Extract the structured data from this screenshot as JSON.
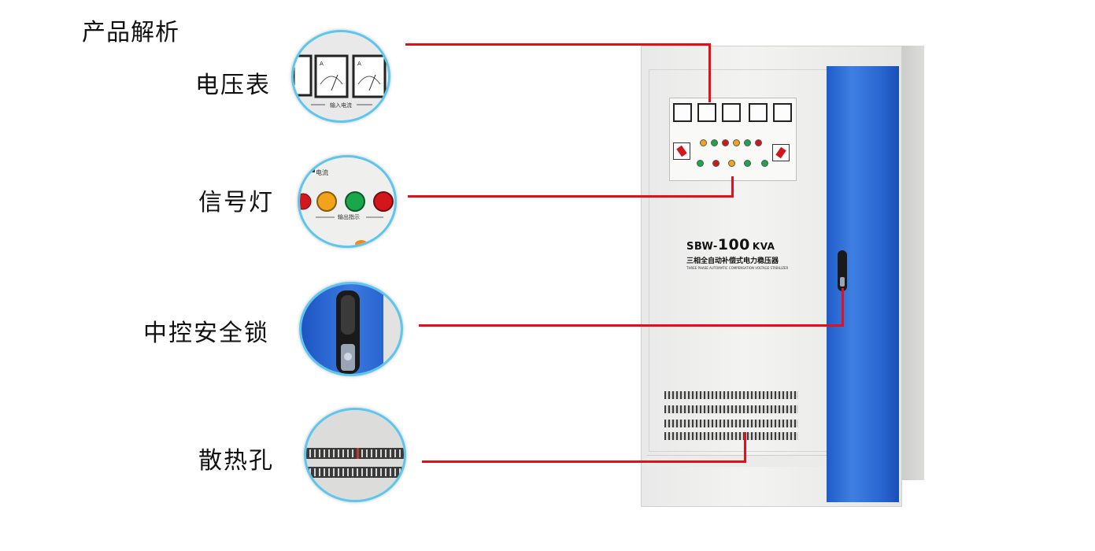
{
  "title": "产品解析",
  "features": [
    {
      "label": "电压表"
    },
    {
      "label": "信号灯"
    },
    {
      "label": "中控安全锁"
    },
    {
      "label": "散热孔"
    }
  ],
  "closeups": {
    "voltmeter_caption": "输入电流",
    "lamp_caption": "输出指示",
    "lamp_partial_text": "电流"
  },
  "product": {
    "model_prefix": "SBW-",
    "model_number": "100",
    "model_unit": "KVA",
    "name_cn": "三相全自动补偿式电力稳压器",
    "name_en": "THREE PHASE AUTOMATIC COMPENSATION VOLTAGE STABILIZER"
  },
  "colors": {
    "leader_line": "#e40f1b",
    "circle_border": "#5bc7ee",
    "door_blue": "#2a66d0",
    "lamp_orange": "#f3a31b",
    "lamp_green": "#1aa64b",
    "lamp_red": "#d3161c"
  },
  "icons": [
    "ammeter-dial-icon",
    "indicator-lamp-icon",
    "door-lock-handle-icon",
    "vent-slots-icon"
  ]
}
